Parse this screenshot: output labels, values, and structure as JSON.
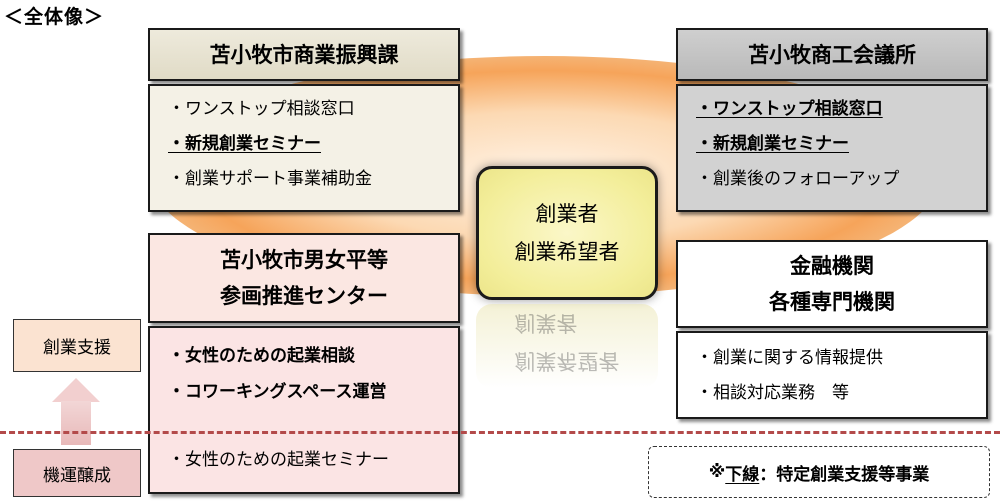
{
  "page_title": "＜全体像＞",
  "center": {
    "line1": "創業者",
    "line2": "創業希望者"
  },
  "city_dept": {
    "title": "苫小牧市商業振興課",
    "items": [
      "・ワンストップ相談窓口",
      "・新規創業セミナー",
      "・創業サポート事業補助金"
    ]
  },
  "chamber": {
    "title": "苫小牧商工会議所",
    "items": [
      "・ワンストップ相談窓口",
      "・新規創業セミナー",
      "・創業後のフォローアップ"
    ]
  },
  "gender_center": {
    "title_line1": "苫小牧市男女平等",
    "title_line2": "参画推進センター",
    "items_upper": [
      "・女性のための起業相談",
      "・コワーキングスペース運営"
    ],
    "items_lower": [
      "・女性のための起業セミナー"
    ]
  },
  "finance": {
    "title_line1": "金融機関",
    "title_line2": "各種専門機関",
    "items": [
      "・創業に関する情報提供",
      "・相談対応業務　等"
    ]
  },
  "side_labels": {
    "support": "創業支援",
    "fostering": "機運醸成"
  },
  "note": {
    "prefix": "※",
    "underlined": "下線",
    "rest": "：特定創業支援等事業"
  }
}
